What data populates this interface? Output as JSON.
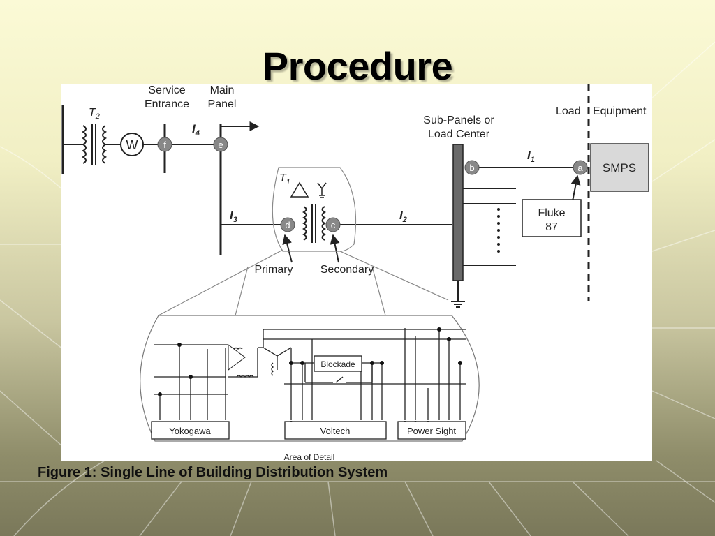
{
  "slide": {
    "title": "Procedure",
    "caption": "Figure 1: Single Line of Building Distribution System"
  },
  "diagram": {
    "labels": {
      "t2": "T",
      "t2_sub": "2",
      "service_entrance_line1": "Service",
      "service_entrance_line2": "Entrance",
      "main_panel_line1": "Main",
      "main_panel_line2": "Panel",
      "i4": "I",
      "i4_sub": "4",
      "i3": "I",
      "i3_sub": "3",
      "i2": "I",
      "i2_sub": "2",
      "i1": "I",
      "i1_sub": "1",
      "t1": "T",
      "t1_sub": "1",
      "sub_panels_line1": "Sub-Panels or",
      "sub_panels_line2": "Load Center",
      "load": "Load",
      "equipment": "Equipment",
      "smps": "SMPS",
      "fluke_line1": "Fluke",
      "fluke_line2": "87",
      "primary": "Primary",
      "secondary": "Secondary",
      "watt_meter": "W",
      "node_a": "a",
      "node_b": "b",
      "node_c": "c",
      "node_d": "d",
      "node_e": "e",
      "node_f": "f",
      "blockade": "Blockade",
      "yokogawa": "Yokogawa",
      "voltech": "Voltech",
      "power_sight": "Power Sight",
      "area_of_detail": "Area of Detail"
    }
  }
}
